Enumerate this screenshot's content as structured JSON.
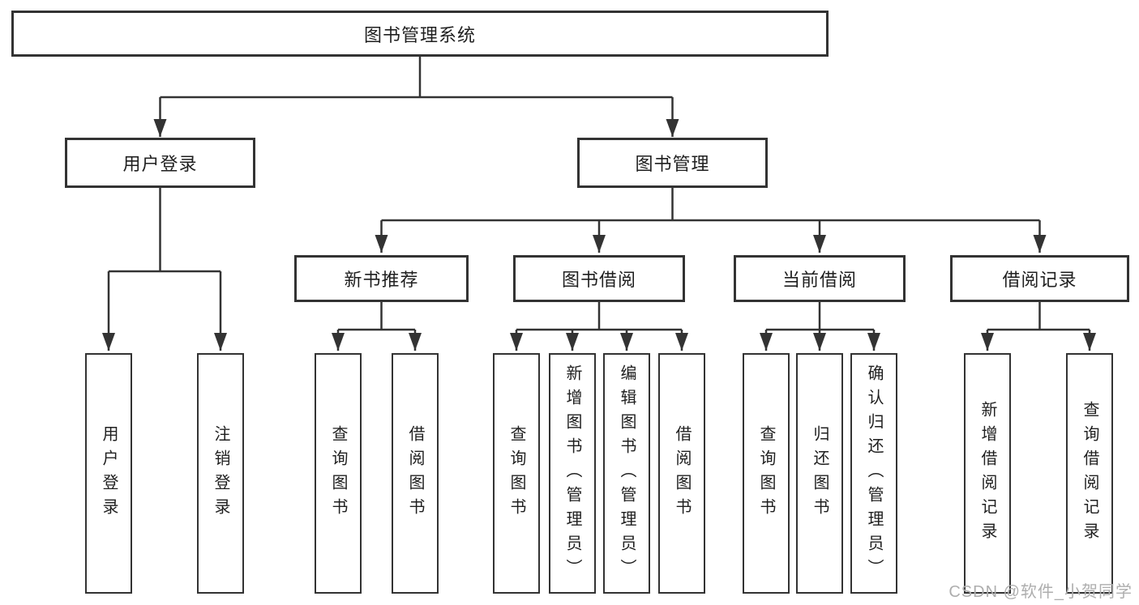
{
  "diagram": {
    "root": "图书管理系统",
    "level2": [
      "用户登录",
      "图书管理"
    ],
    "level3": [
      "新书推荐",
      "图书借阅",
      "当前借阅",
      "借阅记录"
    ],
    "leaves": {
      "group1": [
        "用户登录",
        "注销登录"
      ],
      "group2": [
        "查询图书",
        "借阅图书"
      ],
      "group3": [
        "查询图书",
        "新增图书（管理员）",
        "编辑图书（管理员）",
        "借阅图书"
      ],
      "group4": [
        "查询图书",
        "归还图书",
        "确认归还（管理员）"
      ],
      "group5": [
        "新增借阅记录",
        "查询借阅记录"
      ]
    },
    "watermark": "CSDN @软件_小贺同学",
    "colors": {
      "line": "#333333",
      "box_fill": "#ffffff",
      "text": "#1f1f1f",
      "watermark": "#aeaeae"
    }
  }
}
